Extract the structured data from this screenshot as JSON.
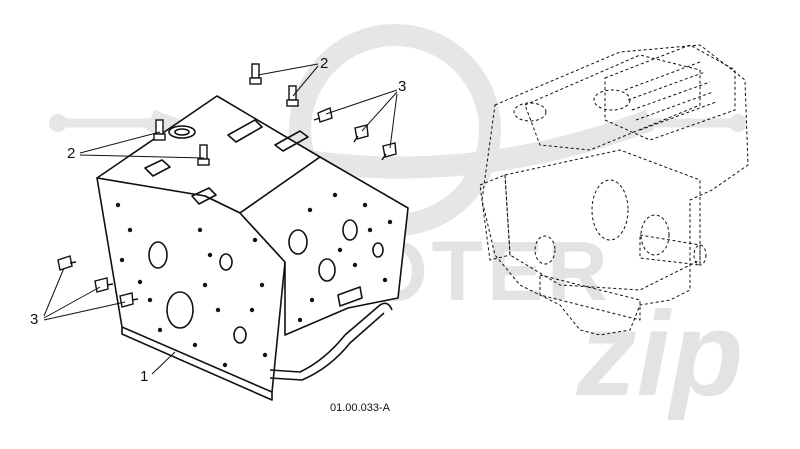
{
  "watermark": {
    "brand": "SCOOTER",
    "script": "zip"
  },
  "callouts": {
    "frame": "1",
    "stud_upper": "2",
    "stud_left": "2",
    "bolts_upper": "3",
    "bolts_left": "3"
  },
  "figure_code": "01.00.033-A",
  "colors": {
    "line": "#111111",
    "watermark": "#e3e3e3",
    "background": "#ffffff"
  }
}
